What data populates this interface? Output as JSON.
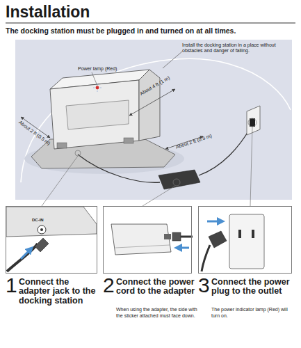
{
  "diagram": {
    "title": "Installation",
    "nodes": [
      {
        "text": [
          "1",
          "Connect the adapter jack to the docking station"
        ]
      },
      {
        "text": [
          "2",
          "Connect the power cord to the adapter",
          "When using the adapter, the side with the sticker attached must face down."
        ]
      },
      {
        "text": [
          "3",
          "Connect the power plug to the outlet",
          "The power indicator lamp (Red) will turn on."
        ]
      }
    ],
    "labels": [
      "The docking station must be plugged in and turned on at all times.",
      "Install the docking station in a place without obstacles and danger of falling.",
      "Power lamp (Red)",
      "About 4 ft (1 m)",
      "About 2 ft (0.5 m)",
      "About 2 ft (0.5 m)",
      "DC-IN"
    ]
  }
}
